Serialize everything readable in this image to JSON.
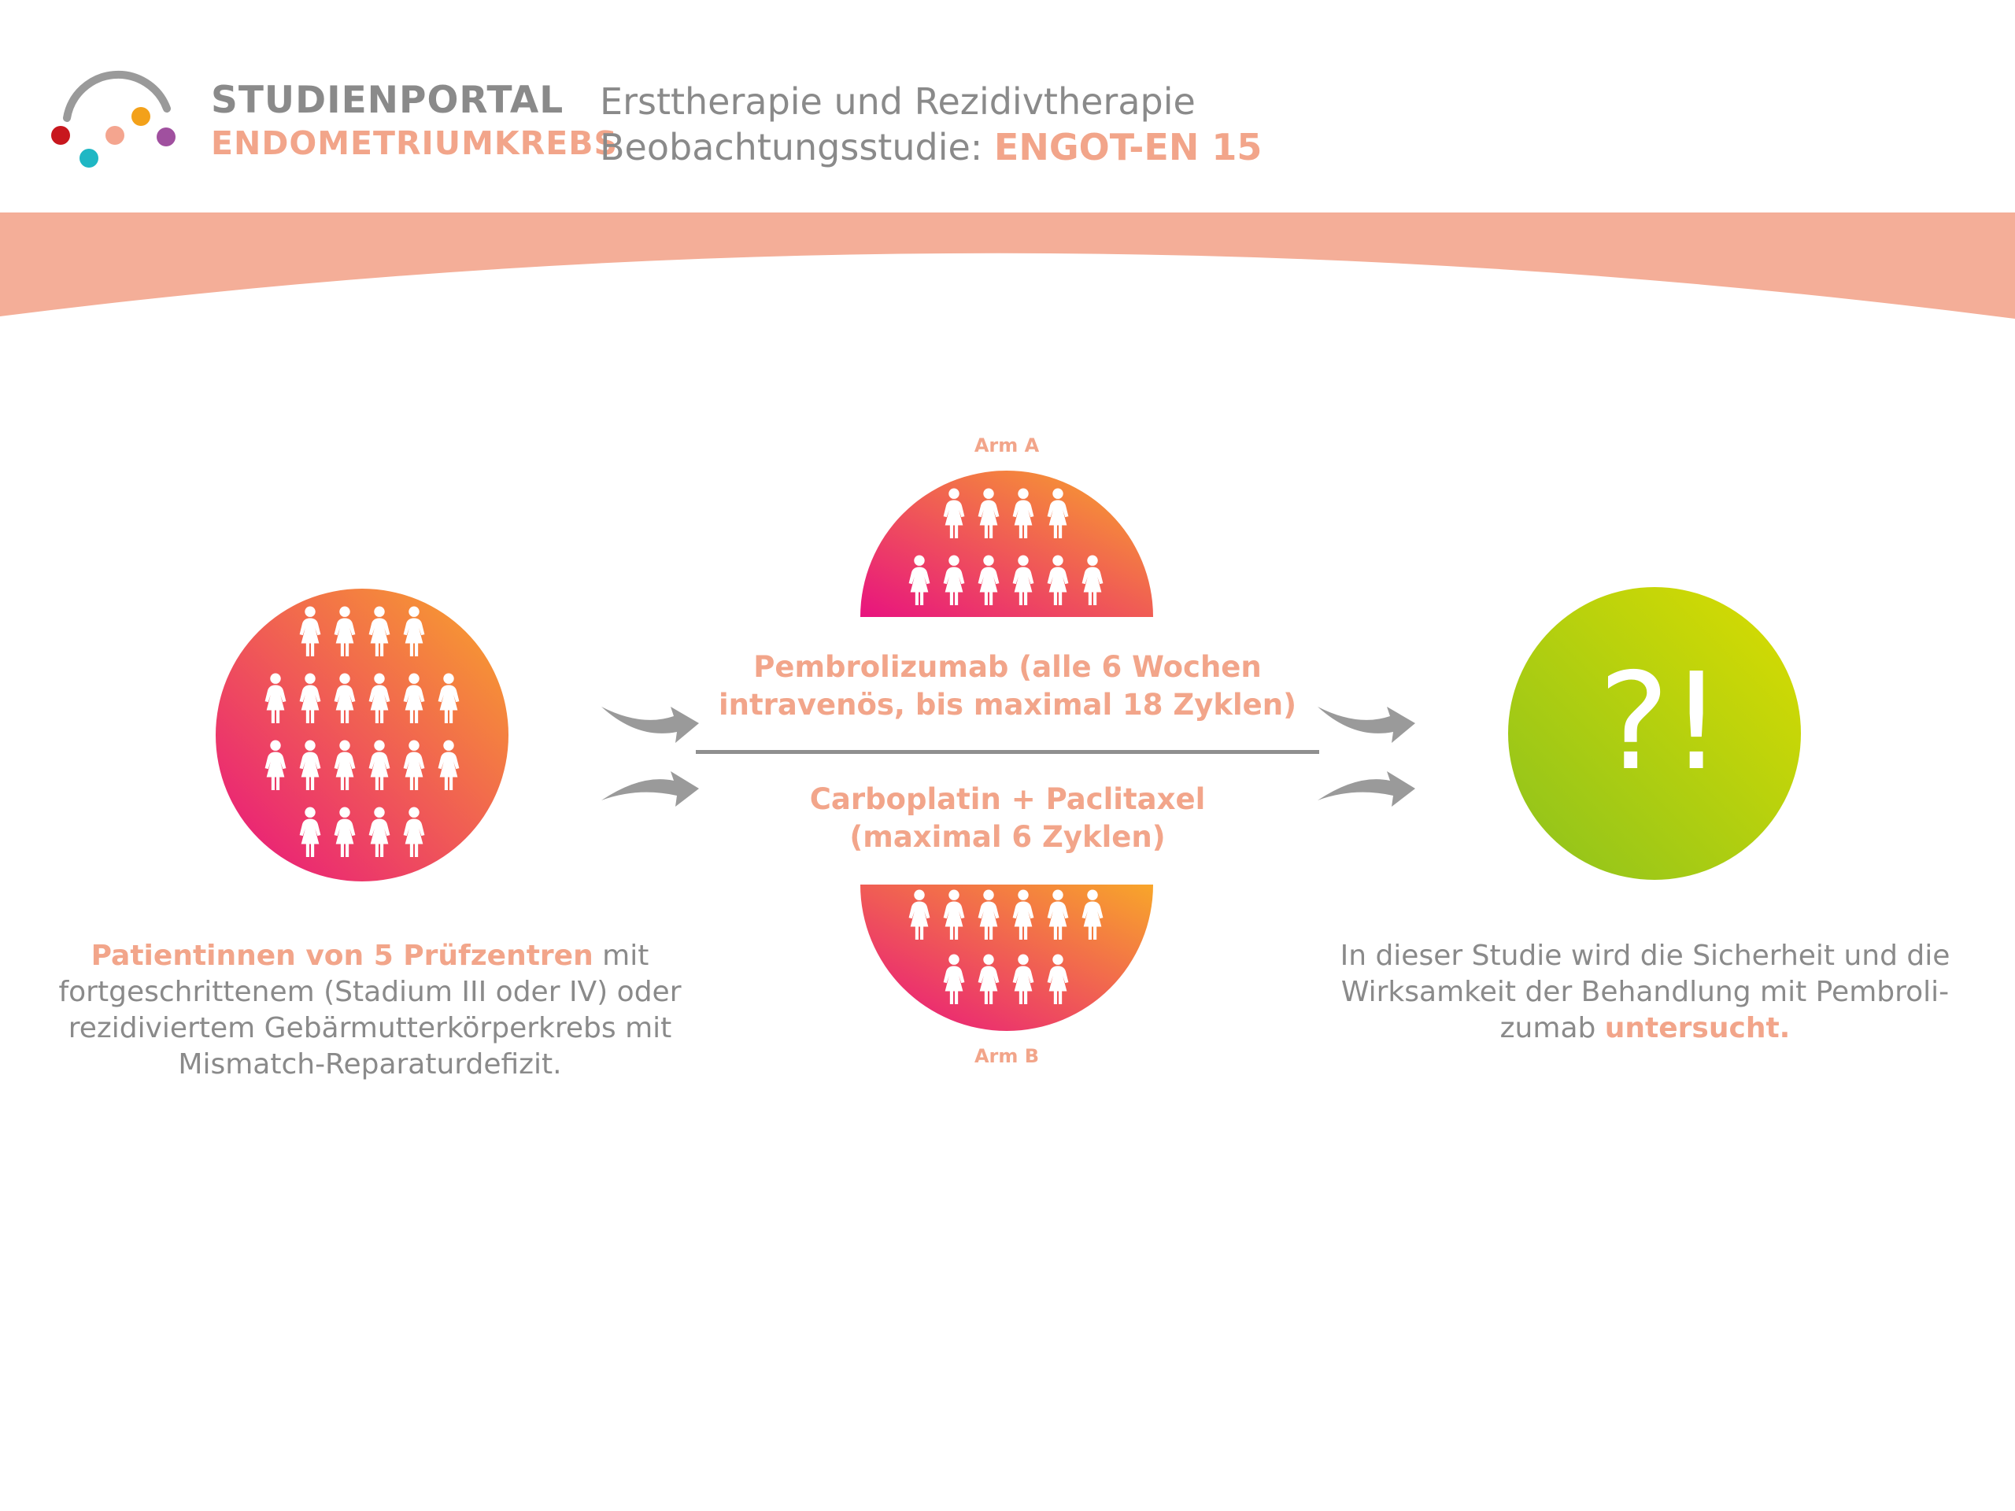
{
  "header": {
    "brand_line1": "STUDIENPORTAL",
    "brand_line2": "ENDOMETRIUMKREBS",
    "study_title": "Ersttherapie und Rezidivtherapie",
    "study_subtitle_prefix": "Beobachtungsstudie: ",
    "study_code": "ENGOT-EN 15"
  },
  "arms": {
    "a_label": "Arm A",
    "b_label": "Arm B",
    "a_treatment_line1": "Pembrolizumab (alle 6 Wochen",
    "a_treatment_line2": "intravenös, bis maximal 18 Zyklen)",
    "b_treatment_line1": "Carboplatin + Paclitaxel",
    "b_treatment_line2": "(maximal 6 Zyklen)"
  },
  "patients": {
    "highlight": "Patientinnen von 5 Prüfzentren",
    "line1_rest": " mit",
    "line2": "fortgeschrittenem (Stadium III oder IV) oder",
    "line3": "rezidiviertem Gebärmutterkörperkrebs mit",
    "line4": "Mismatch-Reparaturdefizit."
  },
  "result": {
    "symbol": "?!",
    "line1": "In dieser Studie wird die Sicherheit und die",
    "line2": "Wirksamkeit der Behandlung mit Pembroli-",
    "line3_prefix": "zumab ",
    "line3_highlight": "untersucht."
  },
  "colors": {
    "accent_salmon": "#f2a58a",
    "text_gray": "#8a8a8a",
    "gradient_orange": "#f8a62a",
    "gradient_pink": "#e8137f",
    "gradient_lime": "#d8dc00",
    "gradient_green": "#8cc21e",
    "logo_dots": [
      "#c8171e",
      "#1fb7c4",
      "#f4a58f",
      "#f3a11a",
      "#a0509f"
    ]
  },
  "icons": {
    "person": "woman-figure-icon",
    "arrow": "curved-arrow-icon"
  }
}
